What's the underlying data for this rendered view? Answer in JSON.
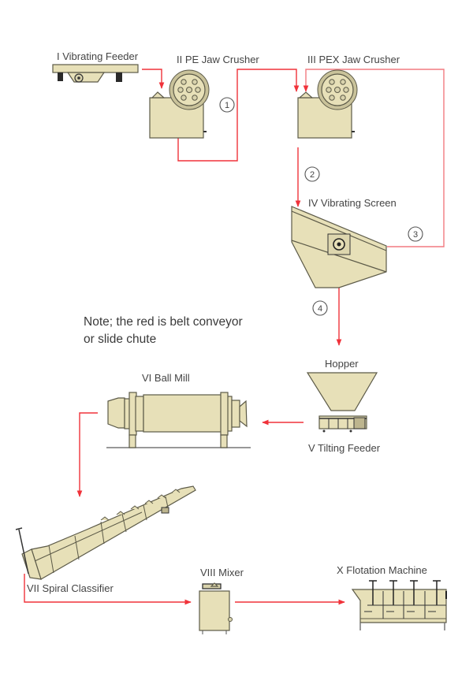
{
  "labels": {
    "vibrating_feeder": "I Vibrating Feeder",
    "pe_jaw_crusher": "II PE Jaw Crusher",
    "pex_jaw_crusher": "III PEX Jaw Crusher",
    "vibrating_screen": "IV Vibrating Screen",
    "hopper": "Hopper",
    "tilting_feeder": "V Tilting Feeder",
    "ball_mill": "VI Ball Mill",
    "spiral_classifier": "VII Spiral Classifier",
    "mixer": "VIII Mixer",
    "flotation_machine": "X  Flotation Machine"
  },
  "note": {
    "line1": "Note; the red is belt conveyor",
    "line2": "or slide chute"
  },
  "step_numbers": [
    "1",
    "2",
    "3",
    "4"
  ],
  "colors": {
    "conveyor": "#f0323a",
    "machine_fill": "#e7e0b8",
    "machine_stroke": "#5c5a48"
  }
}
